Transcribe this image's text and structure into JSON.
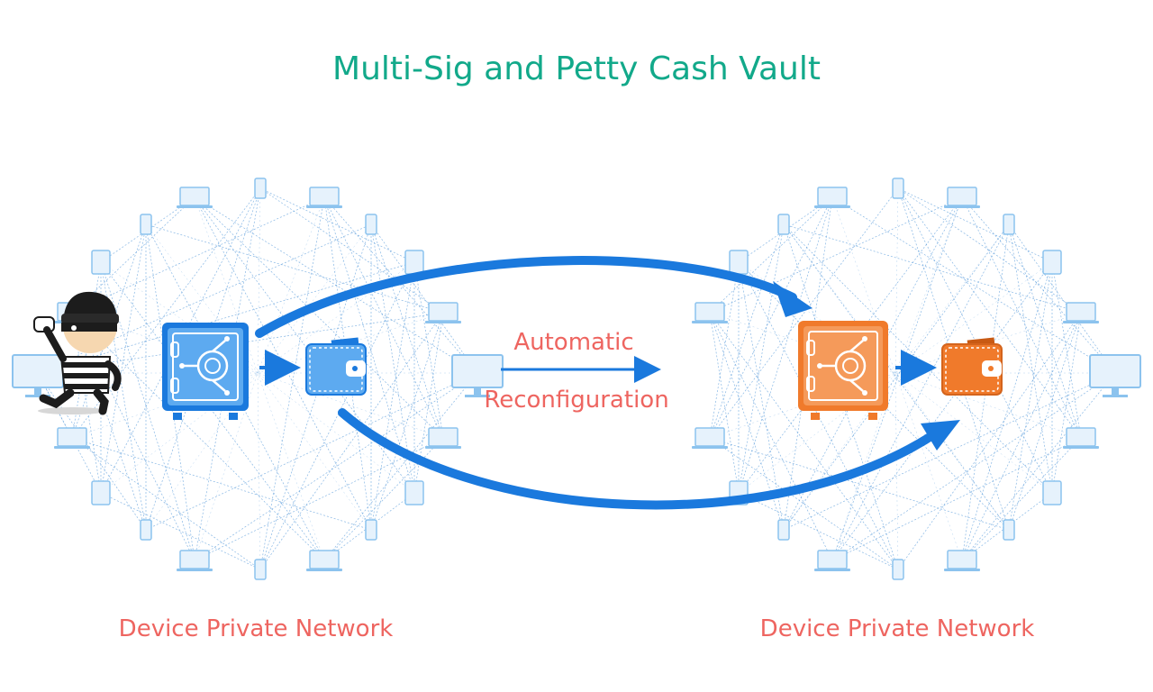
{
  "title": "Multi-Sig and Petty Cash Vault",
  "middle_label": {
    "line1": "Automatic",
    "line2": "Reconfiguration"
  },
  "networks": [
    {
      "label": "Device Private Network",
      "theme": "blue"
    },
    {
      "label": "Device Private Network",
      "theme": "orange"
    }
  ],
  "colors": {
    "title": "#12a98a",
    "label": "#ee6560",
    "blue_accent": "#1a79dd",
    "blue_fill": "#5daaf0",
    "orange_accent": "#f07a2b",
    "orange_fill": "#f59a5a",
    "device_fill": "#e6f2fc",
    "device_stroke": "#8cc3ee",
    "line": "#5f9fdc"
  },
  "icons": {
    "thief": "thief-icon",
    "vault": "vault-icon",
    "wallet": "wallet-icon",
    "device": "device-icon"
  }
}
